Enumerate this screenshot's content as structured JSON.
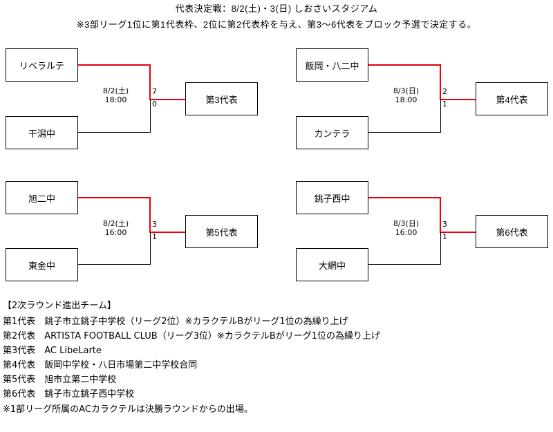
{
  "header": {
    "title": "代表決定戦：8/2(土)・3(日) しおさいスタジアム",
    "subtitle": "※3部リーグ1位に第1代表枠、2位に第2代表枠を与え、第3～6代表をブロック予選で決定する。"
  },
  "brackets": [
    {
      "id": "b1",
      "top_team": "リベラルテ",
      "bottom_team": "干潟中",
      "date": "8/2(土)\n18:00",
      "score_top": "7",
      "score_bottom": "0",
      "winner_label": "第3代表"
    },
    {
      "id": "b2",
      "top_team": "飯岡・八二中",
      "bottom_team": "カンテラ",
      "date": "8/3(日)\n18:00",
      "score_top": "2",
      "score_bottom": "1",
      "winner_label": "第4代表"
    },
    {
      "id": "b3",
      "top_team": "旭二中",
      "bottom_team": "東金中",
      "date": "8/2(土)\n16:00",
      "score_top": "3",
      "score_bottom": "1",
      "winner_label": "第5代表"
    },
    {
      "id": "b4",
      "top_team": "銚子西中",
      "bottom_team": "大網中",
      "date": "8/3(日)\n16:00",
      "score_top": "3",
      "score_bottom": "1",
      "winner_label": "第6代表"
    }
  ],
  "notes": {
    "heading": "【2次ラウンド進出チーム】",
    "rows": [
      "第1代表　銚子市立銚子中学校（リーグ2位）※カラクテルBがリーグ1位の為繰り上げ",
      "第2代表　ARTISTA FOOTBALL CLUB（リーグ3位）※カラクテルBがリーグ1位の為繰り上げ",
      "第3代表　AC LibeLarte",
      "第4代表　飯岡中学校・八日市場第二中学校合同",
      "第5代表　旭市立第二中学校",
      "第6代表　銚子市立銚子西中学校"
    ],
    "footnote": "※1部リーグ所属のACカラクテルは決勝ラウンドからの出場。"
  },
  "colors": {
    "winner_line": "#e8000a",
    "line": "#000000",
    "background": "#ffffff"
  }
}
